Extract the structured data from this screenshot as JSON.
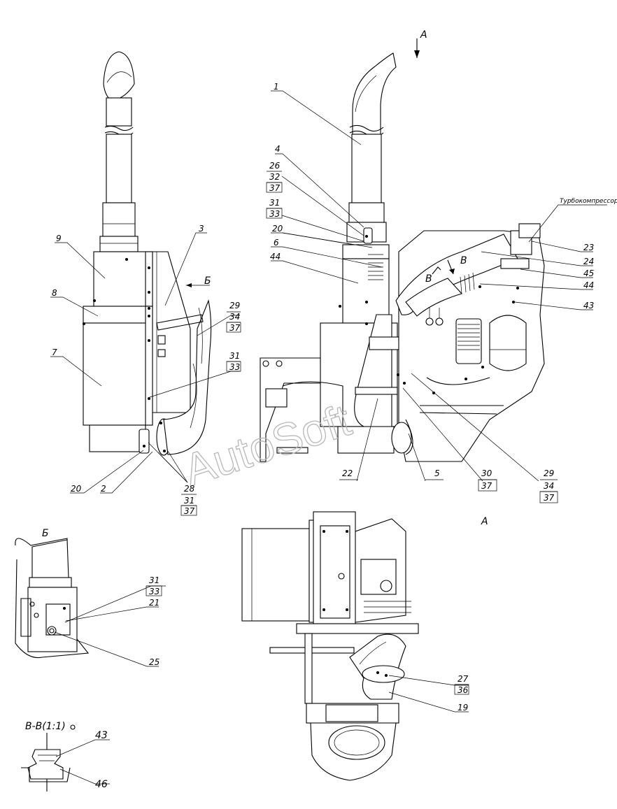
{
  "watermark": "AutoSoft",
  "callouts": {
    "n1": "1",
    "n2": "2",
    "n3": "3",
    "n4": "4",
    "n5": "5",
    "n6": "6",
    "n7": "7",
    "n8": "8",
    "n9": "9",
    "n19": "19",
    "n20": "20",
    "n21": "21",
    "n22": "22",
    "n23": "23",
    "n24": "24",
    "n25": "25",
    "n26": "26",
    "n27": "27",
    "n28": "28",
    "n29": "29",
    "n30": "30",
    "n31": "31",
    "n32": "32",
    "n33": "33",
    "n34": "34",
    "n36": "36",
    "n37": "37",
    "n43": "43",
    "n44": "44",
    "n45": "45",
    "n46": "46"
  },
  "turbo_label": "Турбокомпрессор",
  "view_labels": {
    "arrow_a": "А",
    "view_a": "А",
    "arrow_b": "Б",
    "view_b": "Б",
    "arrow_v": "В",
    "section_vv": "В-В(1:1)"
  }
}
